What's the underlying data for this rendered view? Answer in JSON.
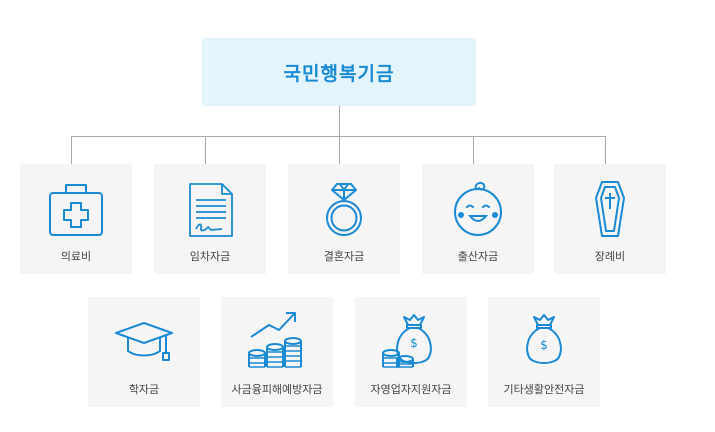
{
  "root": {
    "title": "국민행복기금"
  },
  "row1": [
    {
      "label": "의료비",
      "icon": "medical-kit-icon"
    },
    {
      "label": "임차자금",
      "icon": "contract-document-icon"
    },
    {
      "label": "결혼자금",
      "icon": "diamond-ring-icon"
    },
    {
      "label": "출산자금",
      "icon": "baby-face-icon"
    },
    {
      "label": "장례비",
      "icon": "coffin-icon"
    }
  ],
  "row2": [
    {
      "label": "학자금",
      "icon": "graduation-cap-icon"
    },
    {
      "label": "사금융피해예방자금",
      "icon": "rising-coin-stacks-icon"
    },
    {
      "label": "자영업자지원자금",
      "icon": "money-bag-coins-icon"
    },
    {
      "label": "기타생활안전자금",
      "icon": "money-bag-icon"
    }
  ],
  "colors": {
    "accent": "#1a8ad4",
    "root_bg": "#e3f4fc",
    "card_bg": "#f5f5f5",
    "connector": "#aaaaaa"
  }
}
